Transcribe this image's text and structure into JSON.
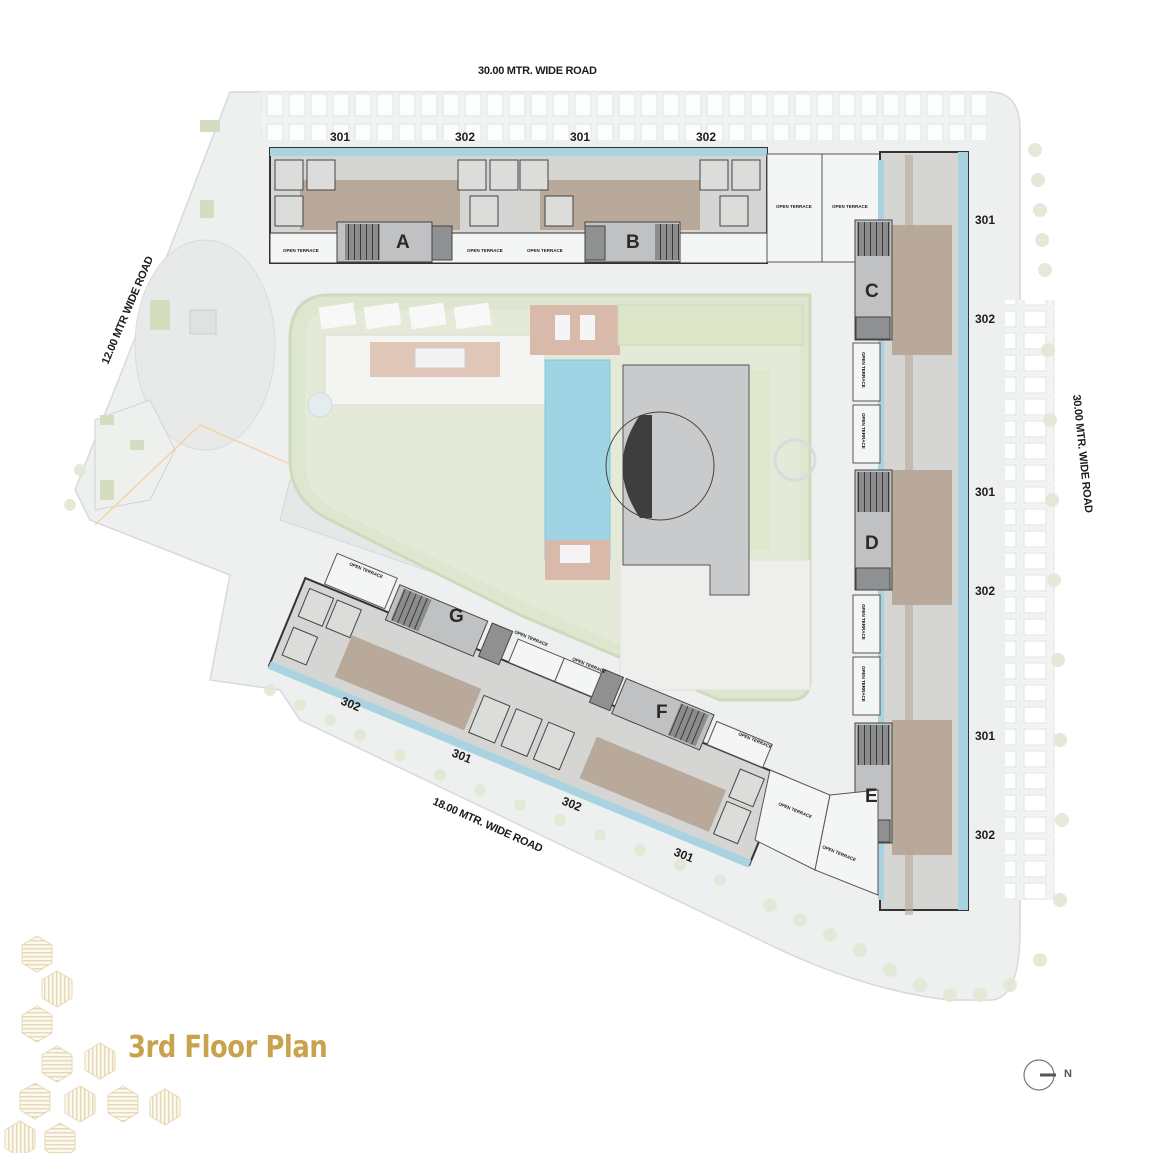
{
  "plan": {
    "title": "3rd Floor Plan",
    "title_color": "#c8a24c",
    "compass": {
      "label": "N",
      "direction": "east"
    },
    "roads": {
      "top": "30.00 MTR. WIDE ROAD",
      "left": "12.00 MTR WIDE ROAD",
      "right": "30.00 MTR. WIDE ROAD",
      "bottom": "18.00 MTR. WIDE ROAD"
    },
    "blocks": {
      "A": "A",
      "B": "B",
      "C": "C",
      "D": "D",
      "E": "E",
      "F": "F",
      "G": "G"
    },
    "units": {
      "top": [
        "301",
        "302",
        "301",
        "302"
      ],
      "right": [
        "301",
        "302",
        "301",
        "302",
        "301",
        "302"
      ],
      "bottom": [
        "302",
        "301",
        "302",
        "301"
      ]
    },
    "terrace_label": "OPEN TERRACE",
    "colors": {
      "living": "#b9a99a",
      "bedroom": "#d6d6d4",
      "balcony": "#a9d3e0",
      "core": "#bfc1c2",
      "stair": "#8e9092",
      "wall": "#333333",
      "lawn": "#d9e2c6",
      "pool": "#9fd3e4",
      "deck": "#d8b8a8",
      "clubhouse": "#c9cacb",
      "road": "#eef0f0",
      "hexagon": "#e6d7b5"
    }
  }
}
